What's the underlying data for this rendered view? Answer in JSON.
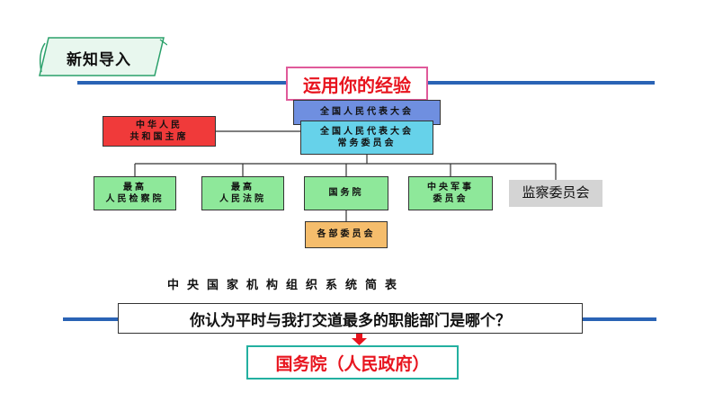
{
  "header": {
    "tag_label": "新知导入"
  },
  "diagram": {
    "title": "运用你的经验",
    "nodes": {
      "npc": "全国人民代表大会",
      "npc_standing": "全国人民代表大会\n常务委员会",
      "president": "中华人民\n共和国主席",
      "procuratorate": "最高\n人民检察院",
      "court": "最高\n人民法院",
      "state_council": "国务院",
      "military": "中央军事\n委员会",
      "supervision": "监察委员会",
      "ministries": "各部委员会"
    },
    "caption": "中央国家机构组织系统简表"
  },
  "question": "你认为平时与我打交道最多的职能部门是哪个？",
  "answer": "国务院（人民政府）",
  "colors": {
    "accent_blue": "#2a63b5",
    "red": "#e8141e",
    "green_node": "#8ee89a",
    "arrow": "#e8141e"
  }
}
